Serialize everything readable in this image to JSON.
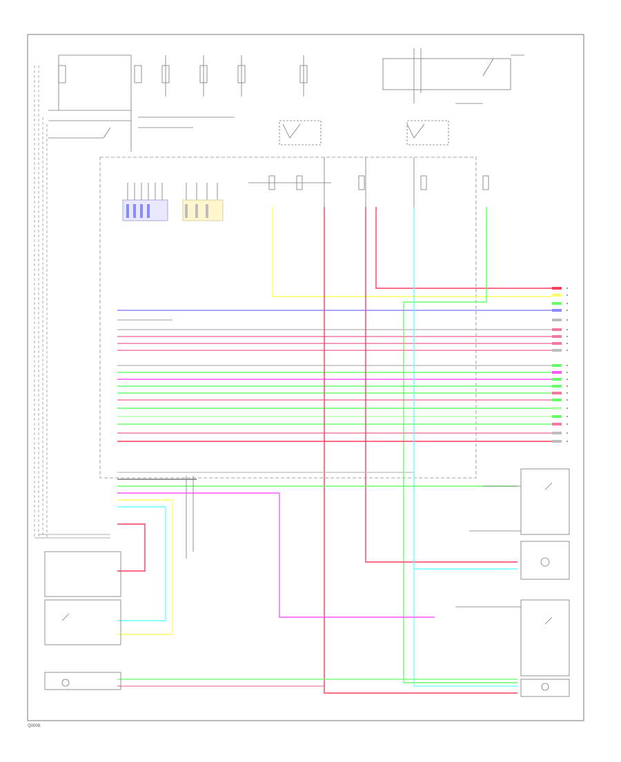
{
  "footer_code": "Q0008",
  "wire_colors": {
    "red": "#ff3b5c",
    "pink": "#f27aa0",
    "yellow": "#ffff66",
    "cyan": "#66ffff",
    "green": "#66ff66",
    "ltgreen": "#b8ffb0",
    "blue": "#8a8aff",
    "magenta": "#ff55ff",
    "gray": "#bdbdbd",
    "black": "#333333"
  },
  "right_wire_colors": [
    "red",
    "yellow",
    "green",
    "blue",
    "gray",
    "pink",
    "pink",
    "pink",
    "gray",
    "green",
    "magenta",
    "green",
    "green",
    "pink",
    "green",
    "ltgreen",
    "green",
    "pink"
  ]
}
